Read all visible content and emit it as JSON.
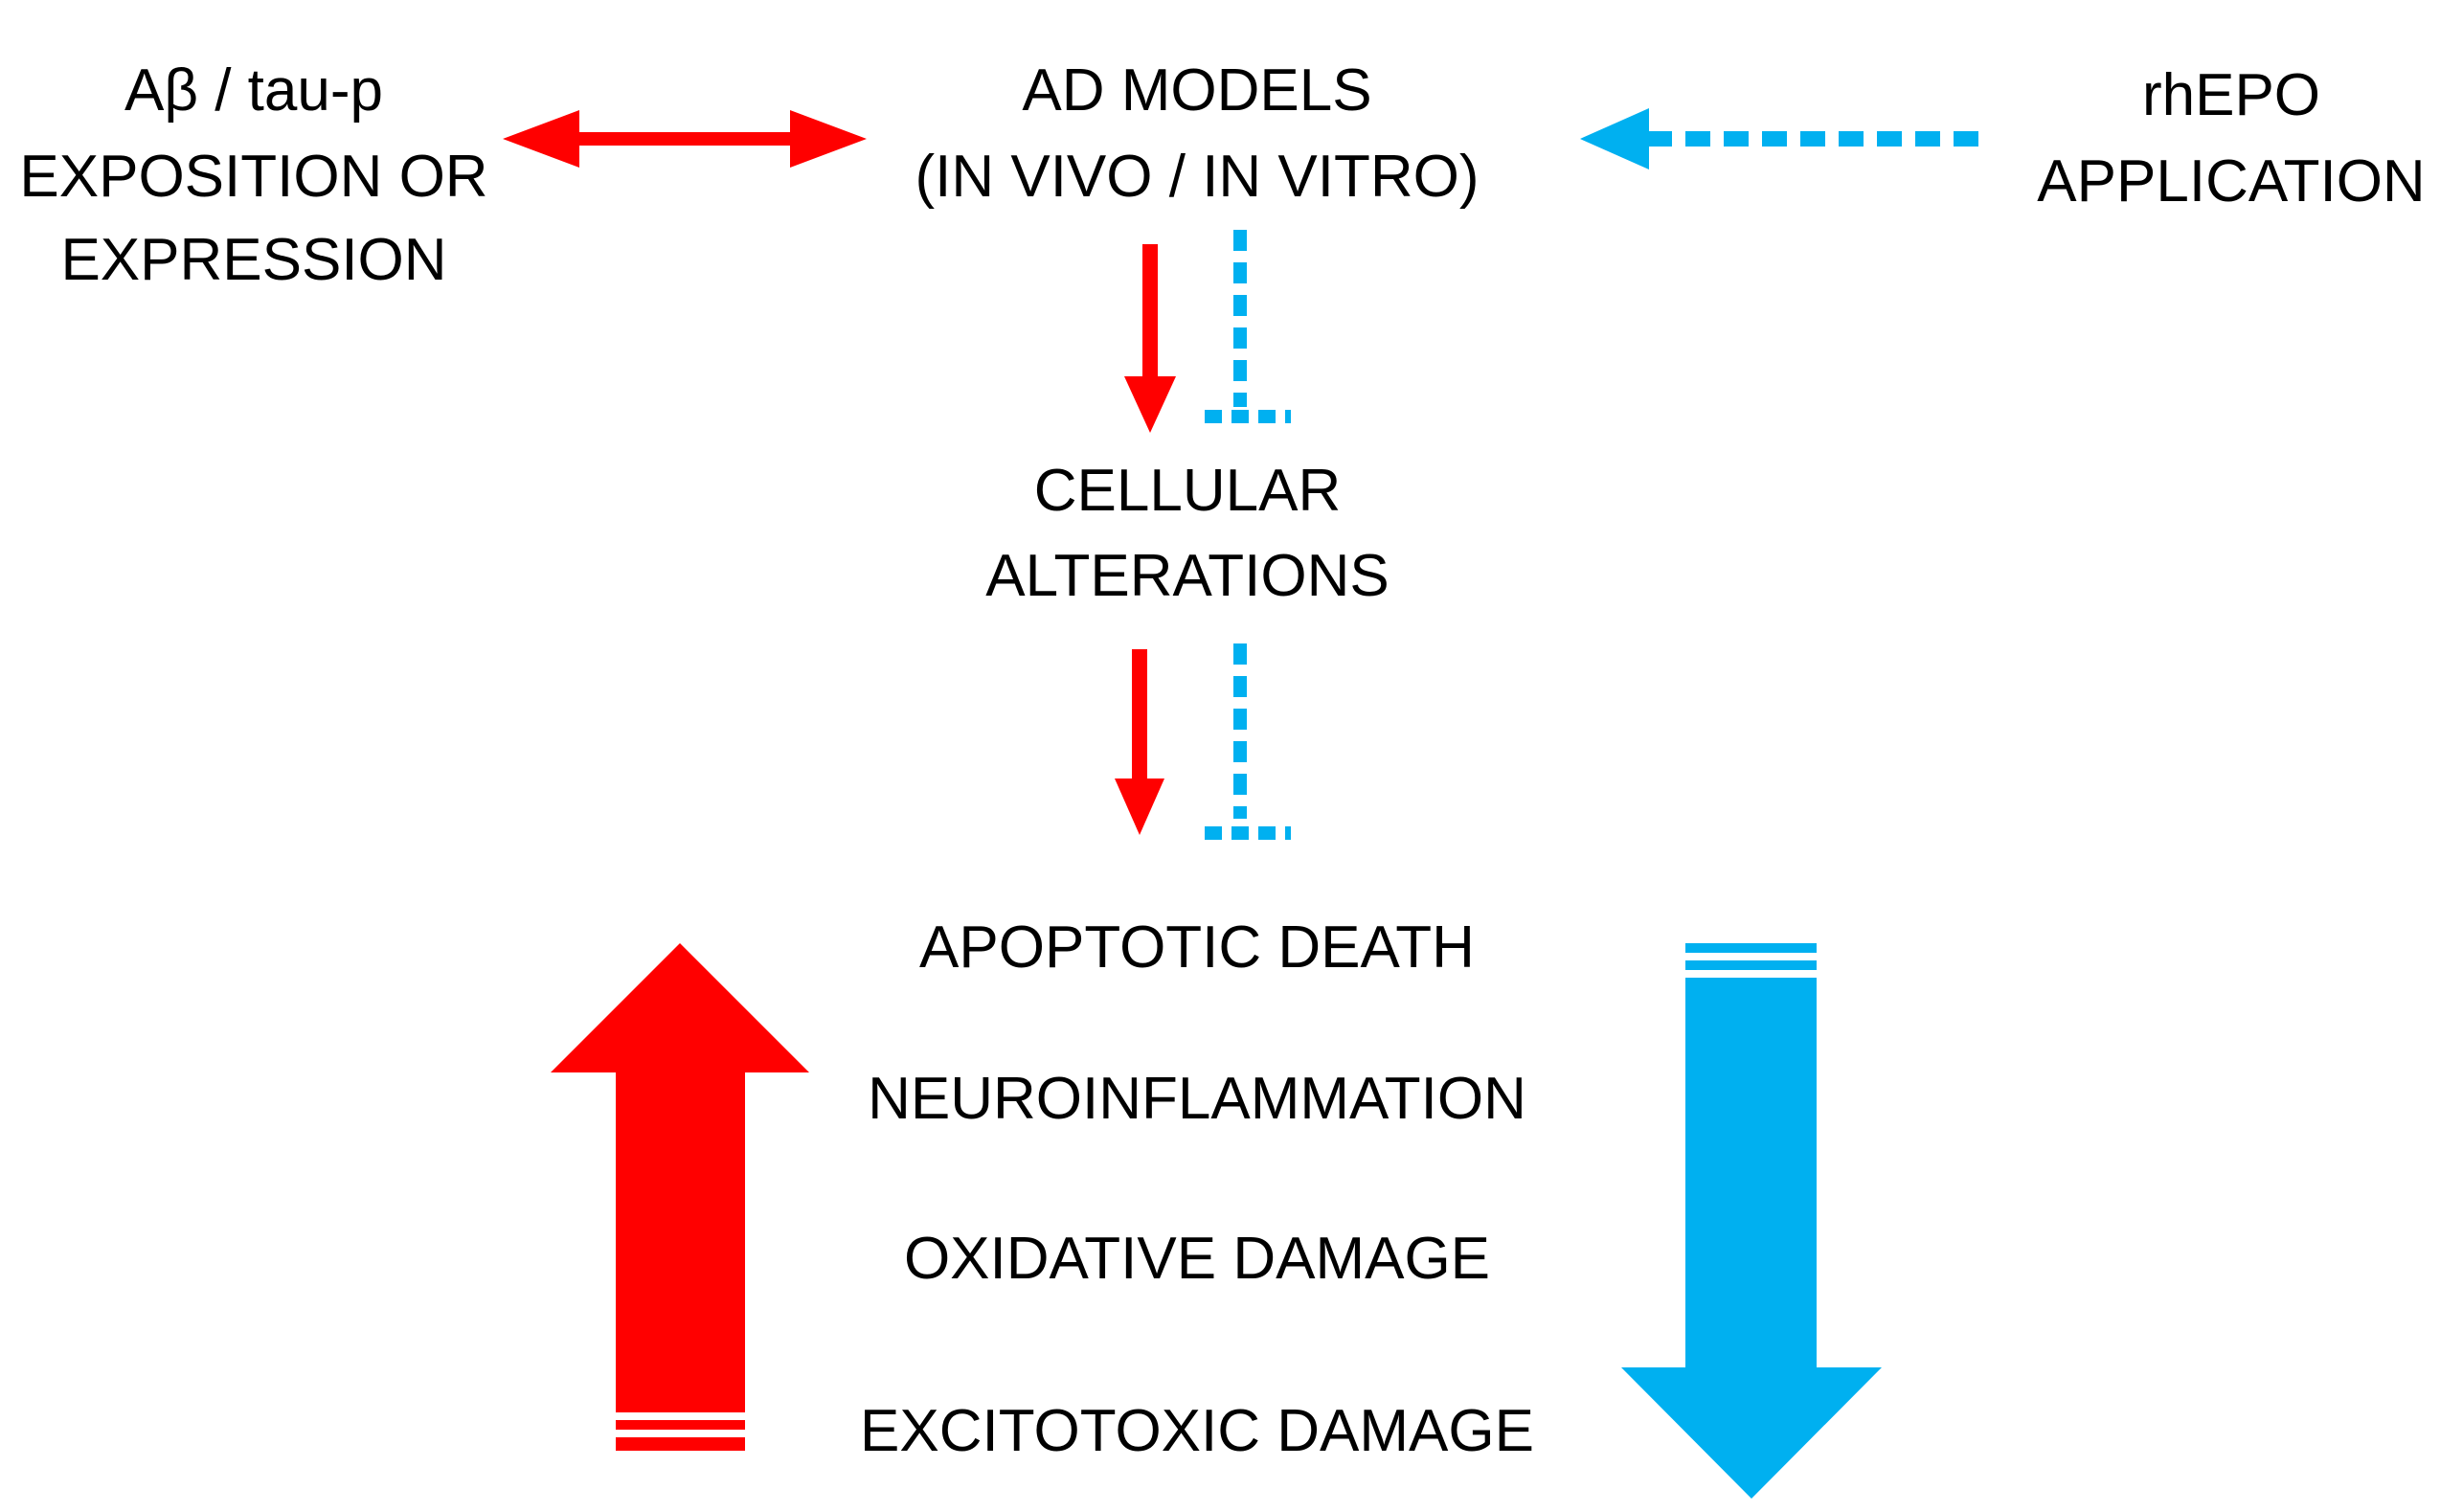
{
  "colors": {
    "red": "#ff0000",
    "blue": "#00b0f0",
    "text": "#000000",
    "background": "#ffffff"
  },
  "nodes": {
    "exposure": {
      "lines": [
        "Aβ / tau-p",
        "EXPOSITION OR",
        "EXPRESSION"
      ]
    },
    "ad_models": {
      "lines": [
        "AD MODELS",
        "(IN VIVO / IN VITRO)"
      ]
    },
    "rhepo": {
      "lines": [
        "rhEPO",
        "APPLICATION"
      ]
    },
    "cellular": {
      "lines": [
        "CELLULAR",
        "ALTERATIONS"
      ]
    },
    "outcomes": {
      "items": [
        "APOPTOTIC DEATH",
        "NEUROINFLAMMATION",
        "OXIDATIVE DAMAGE",
        "EXCITOTOXIC DAMAGE"
      ]
    }
  },
  "edges": [
    {
      "from": "exposure",
      "to": "ad_models",
      "style": "solid",
      "color": "red",
      "direction": "both"
    },
    {
      "from": "rhepo",
      "to": "ad_models",
      "style": "dotted",
      "color": "blue",
      "direction": "forward"
    },
    {
      "from": "ad_models",
      "to": "cellular",
      "style": "solid",
      "color": "red",
      "direction": "forward"
    },
    {
      "from": "ad_models",
      "to": "cellular",
      "style": "dotted",
      "color": "blue",
      "direction": "inhibit"
    },
    {
      "from": "cellular",
      "to": "outcomes",
      "style": "solid",
      "color": "red",
      "direction": "forward"
    },
    {
      "from": "cellular",
      "to": "outcomes",
      "style": "dotted",
      "color": "blue",
      "direction": "inhibit"
    }
  ],
  "trend_arrows": [
    {
      "name": "increase",
      "color": "red",
      "direction": "up"
    },
    {
      "name": "decrease",
      "color": "blue",
      "direction": "down"
    }
  ]
}
